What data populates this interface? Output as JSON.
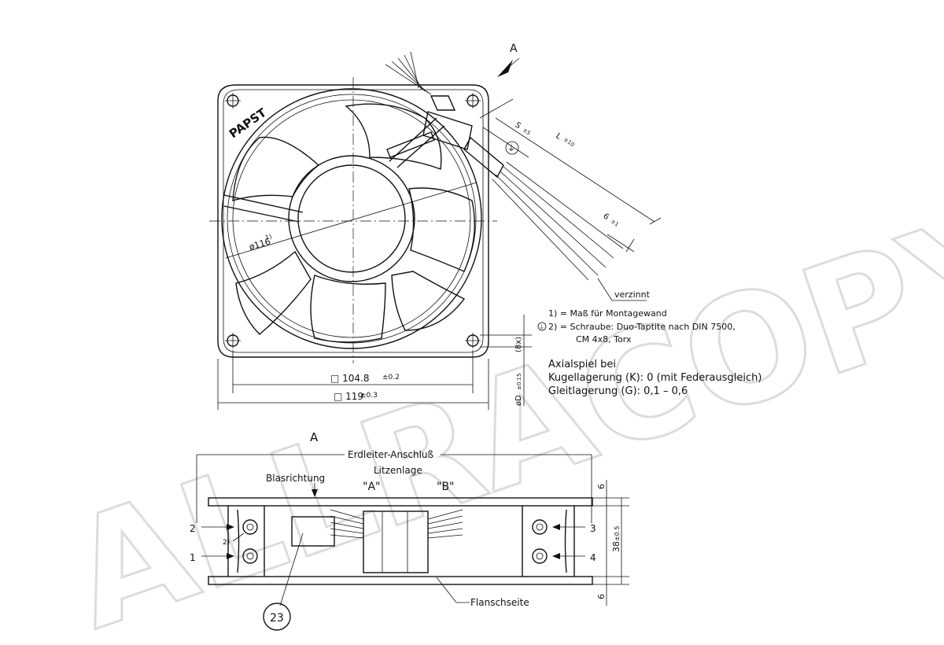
{
  "front_view": {
    "logo": "PAPST",
    "dia_mount": "ø116",
    "dia_mount_sup": "1)",
    "dim_inner": "□ 104.8",
    "dim_inner_tol": "±0.2",
    "dim_outer": "□ 119",
    "dim_outer_tol": "±0.3",
    "dim_hole": "øD",
    "dim_hole_tol": "±0.15",
    "dim_8x": "(8x)"
  },
  "cable": {
    "view_arrow": "A",
    "dim_s": "S",
    "dim_s_tol": "±5",
    "dim_l": "L",
    "dim_l_tol": "±10",
    "dim_6": "6",
    "dim_6_tol": "±1",
    "tinned": "verzinnt",
    "ground_symbol": "⏚"
  },
  "notes": {
    "note1": "1) = Maß für Montagewand",
    "note2_marker": "⏚",
    "note2": "2) = Schraube: Duo-Taptite nach DIN 7500,",
    "note2b": "CM 4x8, Torx",
    "axial_title": "Axialspiel bei",
    "axial_ball": "Kugellagerung (K):  0 (mit Federausgleich)",
    "axial_sleeve": "Gleitlagerung (G):  0,1  –  0,6"
  },
  "side_view": {
    "title": "A",
    "earth": "Erdleiter-Anschluß",
    "wire_position": "Litzenlage",
    "pos_a": "\"A\"",
    "pos_b": "\"B\"",
    "blow_dir": "Blasrichtung",
    "flange_side": "Flanschseite",
    "ref_23": "23",
    "screw_ref": "2)",
    "n1": "1",
    "n2": "2",
    "n3": "3",
    "n4": "4",
    "dim_top": "6",
    "dim_height": "38",
    "dim_height_tol": "±0.5",
    "dim_bottom": "6"
  },
  "watermark": "ALLRACOPY"
}
